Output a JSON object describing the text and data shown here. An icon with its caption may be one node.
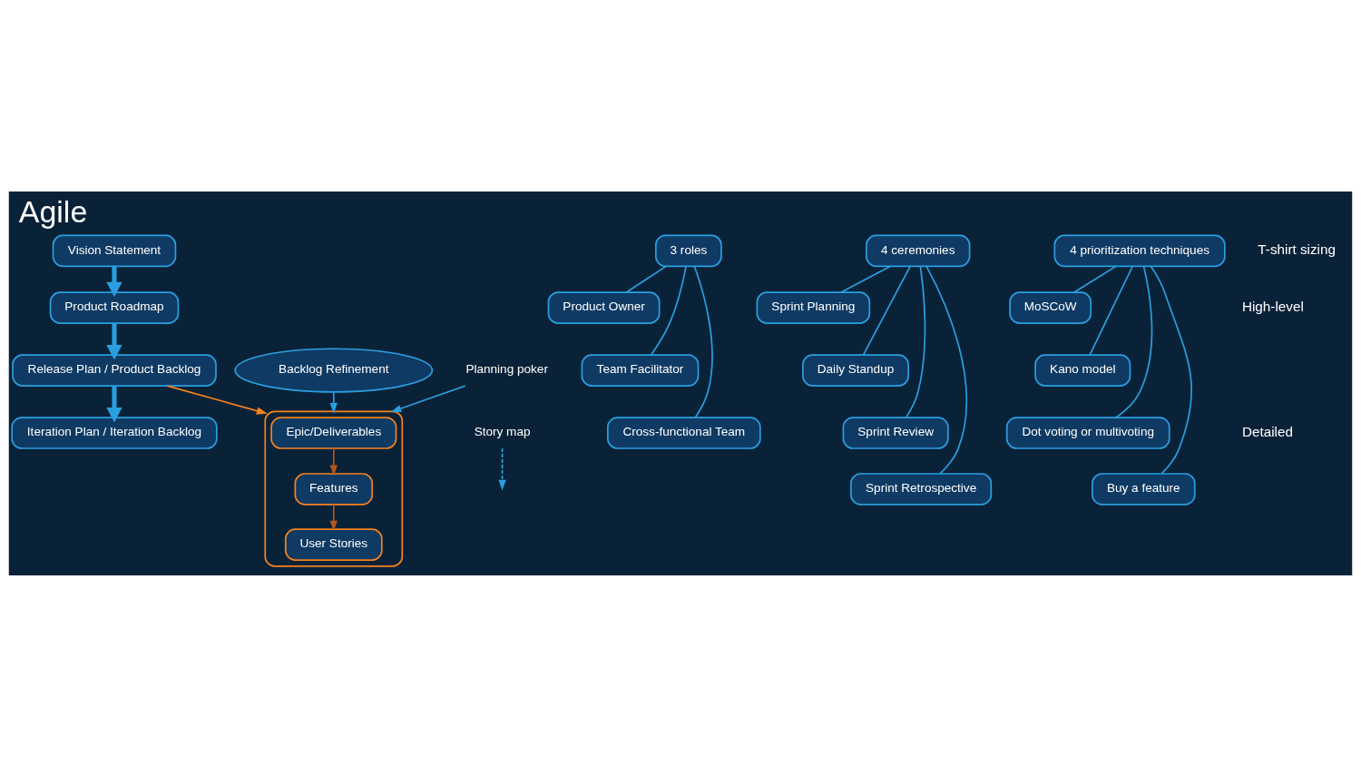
{
  "diagram": {
    "title": "Agile",
    "nodes": [
      {
        "text": [
          "Vision Statement"
        ]
      },
      {
        "text": [
          "Product Roadmap"
        ]
      },
      {
        "text": [
          "Release Plan / Product Backlog"
        ]
      },
      {
        "text": [
          "Iteration Plan / Iteration Backlog"
        ]
      },
      {
        "text": [
          "Backlog Refinement"
        ]
      },
      {
        "text": [],
        "shape": "box"
      },
      {
        "text": [
          "Epic/Deliverables"
        ],
        "in": 5
      },
      {
        "text": [
          "Features"
        ],
        "in": 5
      },
      {
        "text": [
          "User Stories"
        ],
        "in": 5
      },
      {
        "text": [
          "Story map"
        ]
      },
      {
        "text": [
          "Planning poker"
        ]
      },
      {
        "text": [
          "3 roles"
        ]
      },
      {
        "text": [
          "Product Owner"
        ]
      },
      {
        "text": [
          "Team Facilitator"
        ]
      },
      {
        "text": [
          "Cross-functional Team"
        ]
      },
      {
        "text": [
          "4 ceremonies"
        ]
      },
      {
        "text": [
          "Sprint Planning"
        ]
      },
      {
        "text": [
          "Daily Standup"
        ]
      },
      {
        "text": [
          "Sprint Review"
        ]
      },
      {
        "text": [
          "Sprint Retrospective"
        ]
      },
      {
        "text": [
          "4 prioritization techniques"
        ]
      },
      {
        "text": [
          "MoSCoW"
        ]
      },
      {
        "text": [
          "Kano model"
        ]
      },
      {
        "text": [
          "Dot voting or multivoting"
        ]
      },
      {
        "text": [
          "Buy a feature"
        ]
      }
    ],
    "edges": [
      {
        "from": 0,
        "to": 1,
        "arrow": "to",
        "style": "thick"
      },
      {
        "from": 1,
        "to": 2,
        "arrow": "to",
        "style": "thick"
      },
      {
        "from": 2,
        "to": 3,
        "arrow": "to",
        "style": "thick"
      },
      {
        "from": 2,
        "to": 5,
        "arrow": "to",
        "color": "#f58220"
      },
      {
        "from": 4,
        "to": 5,
        "arrow": "to"
      },
      {
        "from": 6,
        "to": 7,
        "arrow": "to",
        "color": "#b0561c"
      },
      {
        "from": 7,
        "to": 8,
        "arrow": "to",
        "color": "#b0561c"
      },
      {
        "from": 9,
        "to": null,
        "arrow": "to",
        "style": "dashed"
      },
      {
        "from": 10,
        "to": 5,
        "arrow": "to"
      },
      {
        "from": 11,
        "to": 12,
        "arrow": "none"
      },
      {
        "from": 11,
        "to": 13,
        "arrow": "none"
      },
      {
        "from": 11,
        "to": 14,
        "arrow": "none"
      },
      {
        "from": 15,
        "to": 16,
        "arrow": "none"
      },
      {
        "from": 15,
        "to": 17,
        "arrow": "none"
      },
      {
        "from": 15,
        "to": 18,
        "arrow": "none"
      },
      {
        "from": 15,
        "to": 19,
        "arrow": "none"
      },
      {
        "from": 20,
        "to": 21,
        "arrow": "none"
      },
      {
        "from": 20,
        "to": 22,
        "arrow": "none"
      },
      {
        "from": 20,
        "to": 23,
        "arrow": "none"
      },
      {
        "from": 20,
        "to": 24,
        "arrow": "none"
      }
    ],
    "labels": [
      "High-level",
      "Detailed",
      "T-shirt sizing"
    ]
  }
}
